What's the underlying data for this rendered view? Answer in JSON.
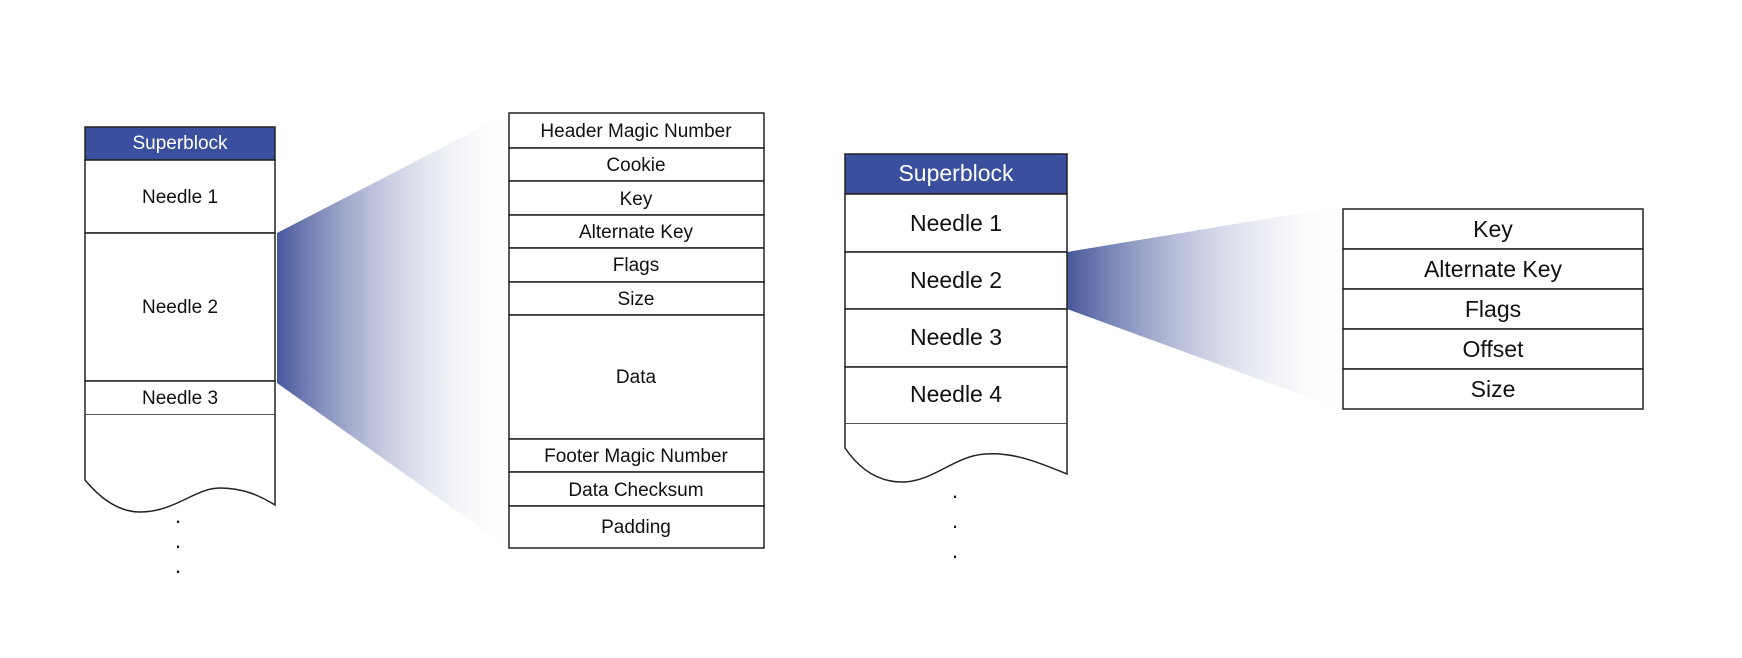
{
  "colors": {
    "superblock": "#3a4f9e",
    "gradient_start": "#46579b",
    "gradient_end": "#ffffff",
    "border": "#222222"
  },
  "left_volume": {
    "superblock": "Superblock",
    "needles": [
      "Needle 1",
      "Needle 2",
      "Needle 3"
    ],
    "ellipsis": "·"
  },
  "needle_record": {
    "fields": [
      "Header Magic Number",
      "Cookie",
      "Key",
      "Alternate Key",
      "Flags",
      "Size",
      "Data",
      "Footer Magic Number",
      "Data Checksum",
      "Padding"
    ]
  },
  "right_index": {
    "superblock": "Superblock",
    "needles": [
      "Needle 1",
      "Needle 2",
      "Needle 3",
      "Needle 4"
    ],
    "ellipsis": "·"
  },
  "index_record": {
    "fields": [
      "Key",
      "Alternate Key",
      "Flags",
      "Offset",
      "Size"
    ]
  }
}
